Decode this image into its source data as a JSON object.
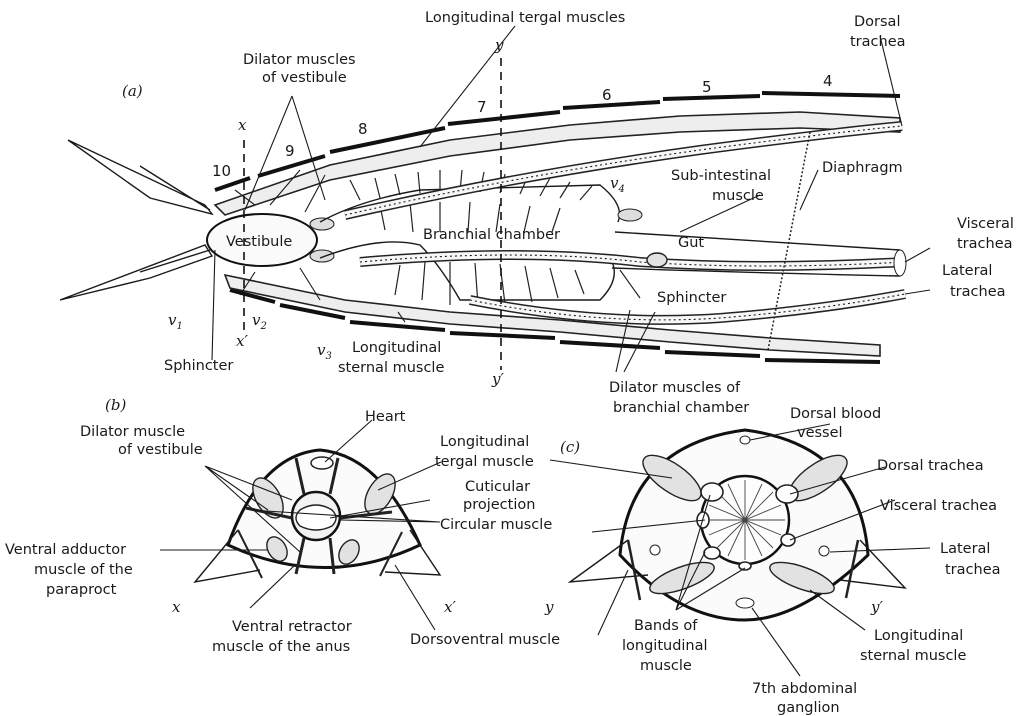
{
  "panel_labels": {
    "a": "(a)",
    "b": "(b)",
    "c": "(c)"
  },
  "segments": [
    "10",
    "9",
    "8",
    "7",
    "6",
    "5",
    "4"
  ],
  "section_marks": {
    "x": "x",
    "x_prime": "x′",
    "y": "y",
    "y_prime": "y′"
  },
  "panel_a": {
    "longitudinal_tergal_muscles": "Longitudinal tergal muscles",
    "dorsal_trachea": [
      "Dorsal",
      "trachea"
    ],
    "dilator_vestibule": [
      "Dilator muscles",
      "of vestibule"
    ],
    "diaphragm": "Diaphragm",
    "sub_intestinal": [
      "Sub-intestinal",
      "muscle"
    ],
    "vestibule": "Vestibule",
    "branchial_chamber": "Branchial chamber",
    "gut": "Gut",
    "visceral_trachea": [
      "Visceral",
      "trachea"
    ],
    "lateral_trachea": [
      "Lateral",
      "trachea"
    ],
    "sphincter_right": "Sphincter",
    "sphincter_left": "Sphincter",
    "longitudinal_sternal": [
      "Longitudinal",
      "sternal muscle"
    ],
    "dilator_branchial": [
      "Dilator muscles of",
      "branchial chamber"
    ],
    "valves": {
      "v1": "v",
      "v1_sub": "1",
      "v2": "v",
      "v2_sub": "2",
      "v3": "v",
      "v3_sub": "3",
      "v4": "v",
      "v4_sub": "4"
    }
  },
  "panel_b": {
    "heart": "Heart",
    "dilator_vestibule": [
      "Dilator muscle",
      "of vestibule"
    ],
    "longitudinal_tergal": [
      "Longitudinal",
      "tergal muscle"
    ],
    "cuticular_projection": [
      "Cuticular",
      "projection"
    ],
    "circular_muscle": "Circular muscle",
    "ventral_adductor": [
      "Ventral adductor",
      "muscle of the",
      "paraproct"
    ],
    "ventral_retractor": [
      "Ventral retractor",
      "muscle of the anus"
    ],
    "dorsoventral": "Dorsoventral muscle"
  },
  "panel_c": {
    "dorsal_blood_vessel": [
      "Dorsal blood",
      "vessel"
    ],
    "dorsal_trachea": "Dorsal trachea",
    "visceral_trachea": "Visceral trachea",
    "lateral_trachea": [
      "Lateral",
      "trachea"
    ],
    "bands_longitudinal": [
      "Bands of",
      "longitudinal",
      "muscle"
    ],
    "longitudinal_sternal": [
      "Longitudinal",
      "sternal muscle"
    ],
    "ganglion": [
      "7th abdominal",
      "ganglion"
    ]
  }
}
